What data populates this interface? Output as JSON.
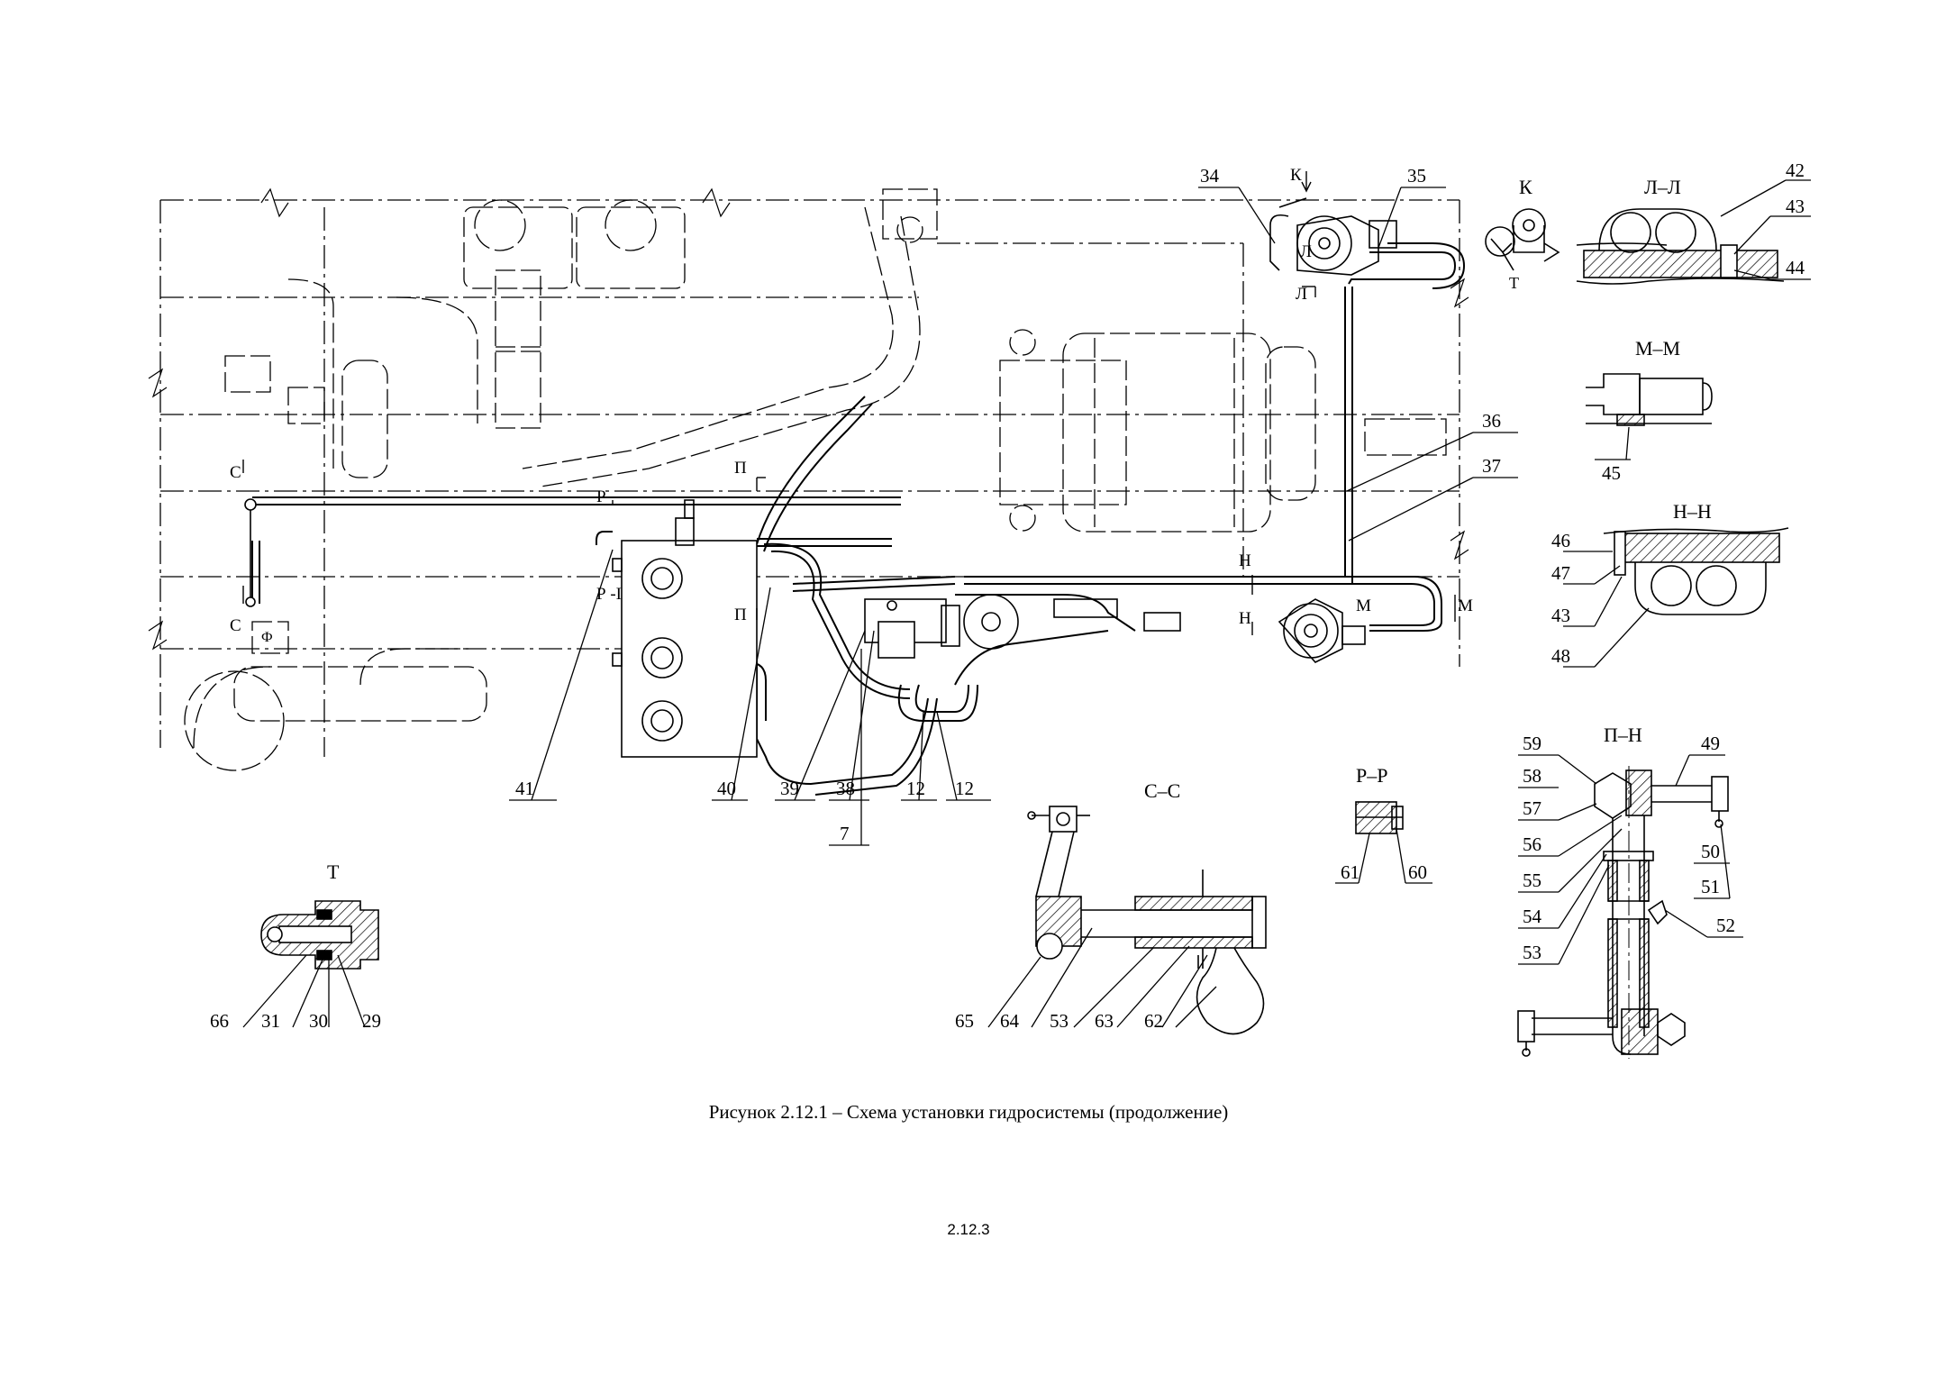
{
  "caption": "Рисунок 2.12.1 – Схема установки гидросистемы (продолжение)",
  "page_number": "2.12.3",
  "views": {
    "K": "К",
    "LL": "Л–Л",
    "MM": "М–М",
    "NN": "Н–Н",
    "PN": "П–Н",
    "RR": "Р–Р",
    "CC": "С–С",
    "T": "Т"
  },
  "marks": {
    "K": "К",
    "L": "Л",
    "P": "П",
    "R": "Р",
    "R1": "Р -I",
    "C": "С",
    "H": "Н",
    "M": "М",
    "T": "Т",
    "F": "Ф"
  },
  "callouts": {
    "c34": "34",
    "c35": "35",
    "c36": "36",
    "c37": "37",
    "c41": "41",
    "c40": "40",
    "c39": "39",
    "c38": "38",
    "c7": "7",
    "c12a": "12",
    "c12b": "12",
    "c42": "42",
    "c43a": "43",
    "c44": "44",
    "c45": "45",
    "c46": "46",
    "c47": "47",
    "c43b": "43",
    "c48": "48",
    "c59": "59",
    "c58": "58",
    "c57": "57",
    "c56": "56",
    "c55": "55",
    "c54": "54",
    "c53a": "53",
    "c49": "49",
    "c50": "50",
    "c51": "51",
    "c52": "52",
    "c61": "61",
    "c60": "60",
    "c65": "65",
    "c64": "64",
    "c53b": "53",
    "c63": "63",
    "c62": "62",
    "c66": "66",
    "c31": "31",
    "c30": "30",
    "c29": "29"
  }
}
